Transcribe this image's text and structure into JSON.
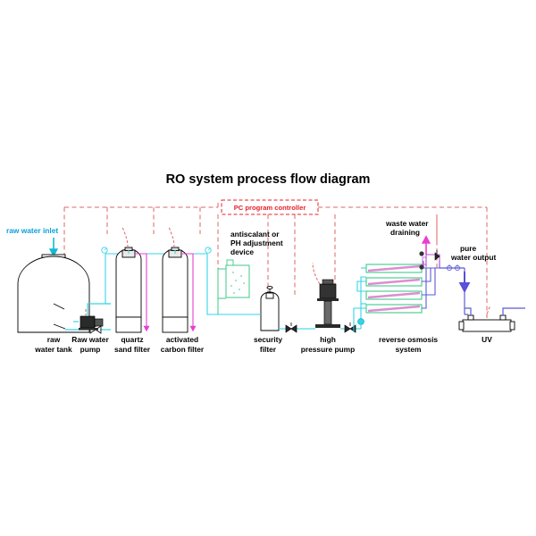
{
  "diagram": {
    "title": "RO system process flow diagram",
    "controller": {
      "label": "PC program controller",
      "color": "#e8202a"
    },
    "inlet": {
      "label": "raw water inlet",
      "color": "#12b9d6"
    },
    "equipment": [
      {
        "id": "raw-water-tank",
        "label_line1": "raw",
        "label_line2": "water tank"
      },
      {
        "id": "raw-water-pump",
        "label_line1": "Raw water",
        "label_line2": "pump"
      },
      {
        "id": "quartz-sand-filter",
        "label_line1": "quartz",
        "label_line2": "sand filter"
      },
      {
        "id": "activated-carbon-filter",
        "label_line1": "activated",
        "label_line2": "carbon filter"
      },
      {
        "id": "security-filter",
        "label_line1": "security",
        "label_line2": "filter"
      },
      {
        "id": "high-pressure-pump",
        "label_line1": "high",
        "label_line2": "pressure pump"
      },
      {
        "id": "reverse-osmosis-system",
        "label_line1": "reverse osmosis",
        "label_line2": "system"
      },
      {
        "id": "uv-sterilizer",
        "label_line1": "UV",
        "label_line2": ""
      }
    ],
    "dosing": {
      "line1": "antiscalant or",
      "line2": "PH adjustment",
      "line3": "device"
    },
    "waste": {
      "line1": "waste water",
      "line2": "draining"
    },
    "product": {
      "line1": "pure",
      "line2": "water output"
    },
    "colors": {
      "control_dashed": "#e06666",
      "feed_water": "#35d4e8",
      "backwash": "#e83fd0",
      "dosing": "#35c98a",
      "concentrate": "#b04fd8",
      "permeate": "#5a5ad8",
      "vessel_green": "#3fc98a",
      "membrane_pink": "#d86fc8",
      "outline": "#000000"
    }
  }
}
